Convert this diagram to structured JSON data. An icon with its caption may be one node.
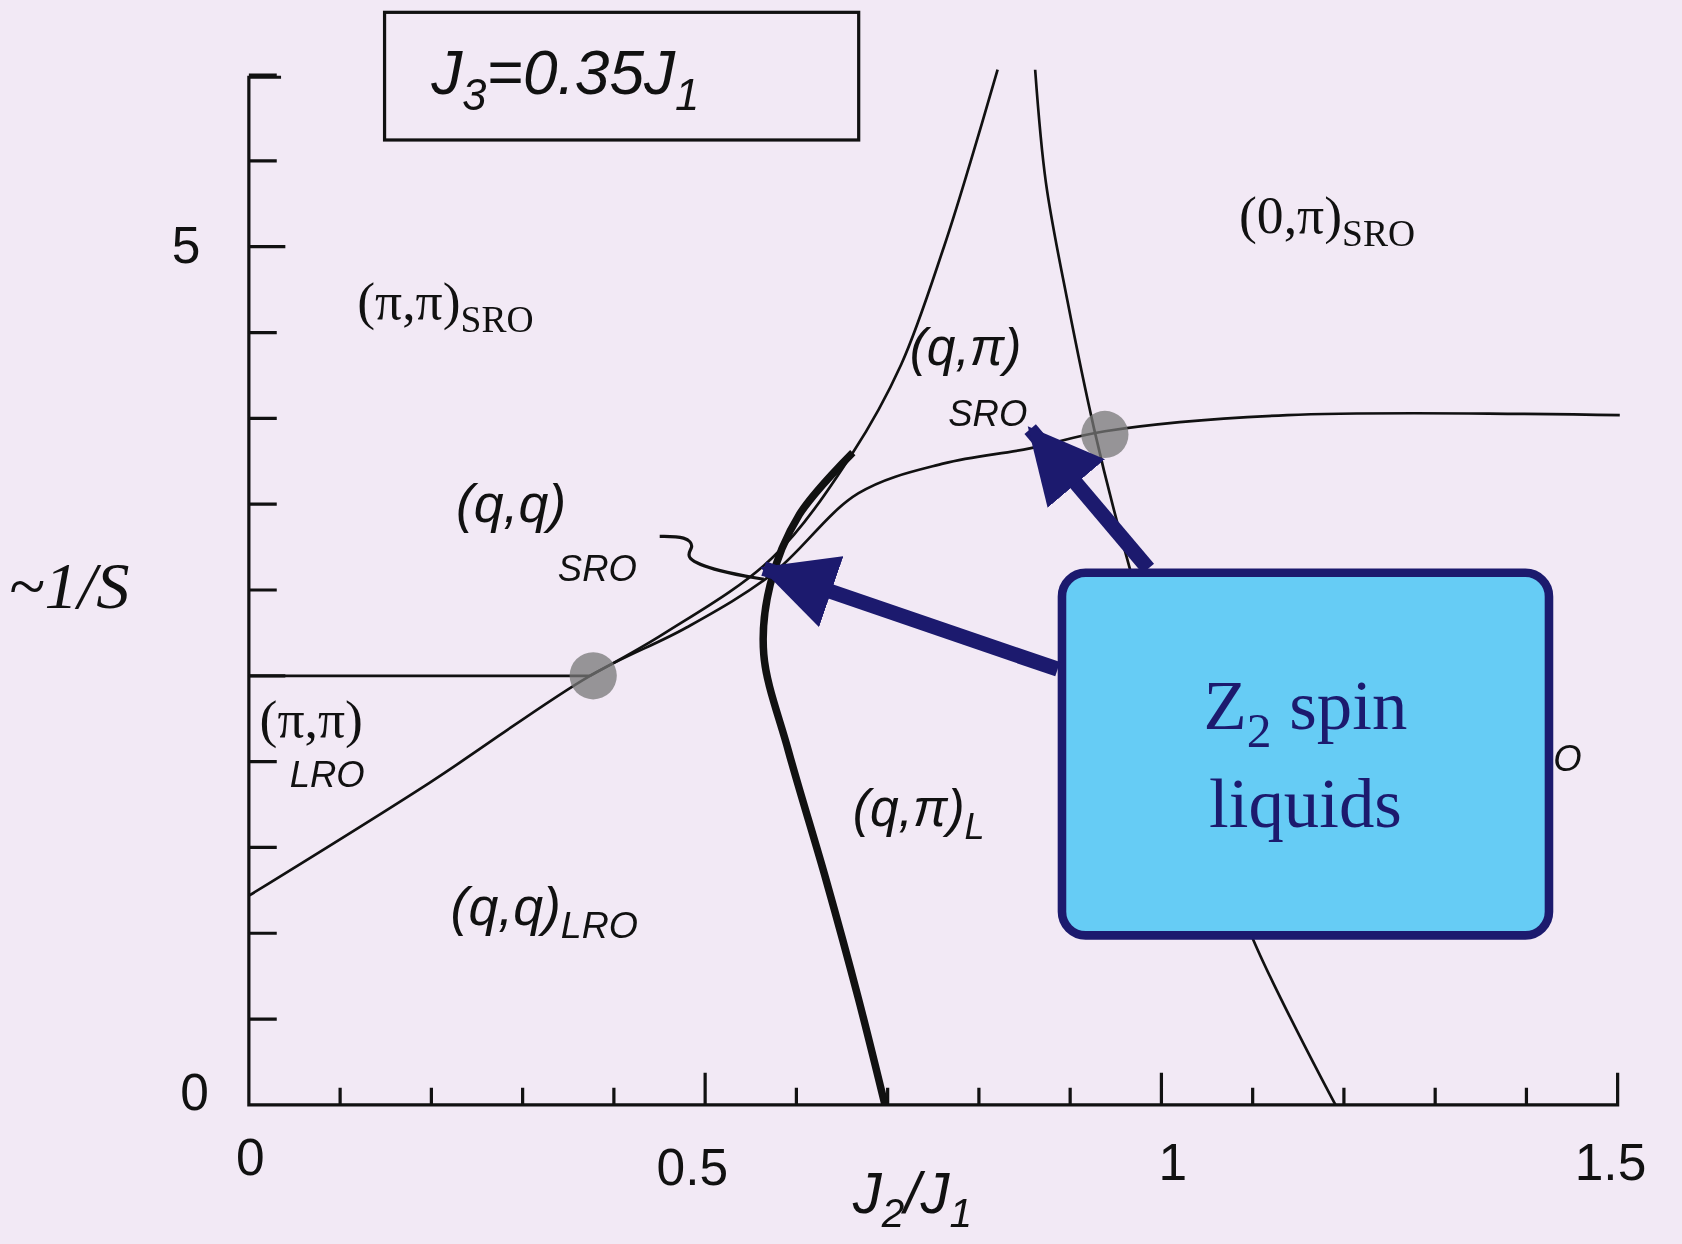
{
  "diagram": {
    "nodes": [
      {
        "text": [
          "J$_{3}$=0.35J$_{1}$"
        ]
      },
      {
        "text": [
          "(q,q)",
          "SRO"
        ]
      },
      {
        "text": [
          "Z$_{2}$ spin liquids"
        ]
      },
      {
        "text": [
          "(q,π)",
          "SRO"
        ]
      }
    ],
    "edges": [
      {
        "from": 1,
        "to": null,
        "arrow": "none",
        "color": "#111111"
      },
      {
        "from": 2,
        "to": null,
        "arrow": "to",
        "color": "#1c1a6e"
      },
      {
        "from": 2,
        "to": 3,
        "arrow": "to",
        "color": "#1c1a6e"
      }
    ],
    "labels": [
      "5",
      "~1/S",
      "0",
      "0",
      "0.5",
      "1",
      "1.5",
      "J$_{2}$/J$_{1}$",
      "(0,π)$_{SRO}$",
      "(π,π)$_{SRO}$",
      "(π,π)",
      "LRO",
      "(q,π)$_{L}$",
      "(q,q)$_{LRO}$",
      "O"
    ]
  }
}
